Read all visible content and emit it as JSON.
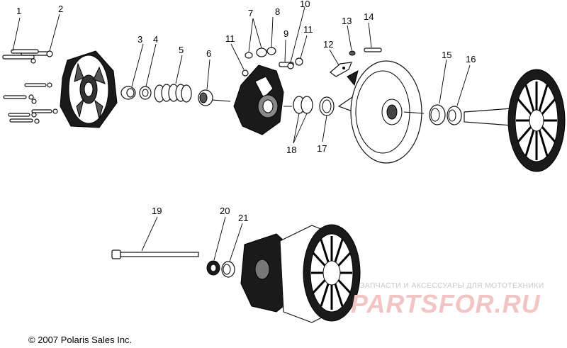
{
  "diagram": {
    "callouts": [
      "1",
      "2",
      "3",
      "4",
      "5",
      "6",
      "7",
      "8",
      "9",
      "10",
      "11",
      "11",
      "12",
      "13",
      "14",
      "15",
      "16",
      "17",
      "18",
      "19",
      "20",
      "21"
    ],
    "copyright": "© 2007 Polaris Sales Inc.",
    "watermark_top": "ЗАПЧАСТИ И АКСЕССУАРЫ ДЛЯ МОТОТЕХНИКИ",
    "watermark_logo": "PARTSFOR.RU"
  }
}
